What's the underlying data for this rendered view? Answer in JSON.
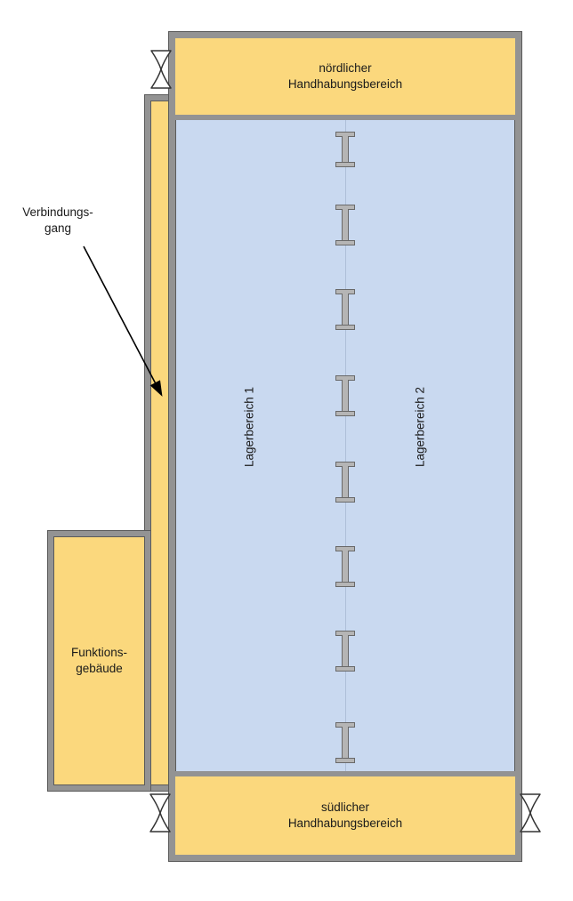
{
  "plan": {
    "corridor": {
      "label": "Verbindungs-\ngang"
    },
    "function_building": {
      "label": "Funktions-\ngebäude"
    },
    "main_building": {
      "north_area": {
        "label": "nördlicher\nHandhabungsbereich"
      },
      "south_area": {
        "label": "südlicher\nHandhabungsbereich"
      },
      "storage_area_1": {
        "label": "Lagerbereich 1"
      },
      "storage_area_2": {
        "label": "Lagerbereich 2"
      },
      "columns_count": 8
    },
    "icons": {
      "door": "double-door-icon",
      "column": "i-beam-column-icon",
      "arrow": "annotation-arrow-icon"
    },
    "colors": {
      "handling_area_fill": "#fbd87d",
      "storage_area_fill": "#c9d9f0",
      "wall_fill": "#939393",
      "column_fill": "#b5b5b5"
    }
  }
}
